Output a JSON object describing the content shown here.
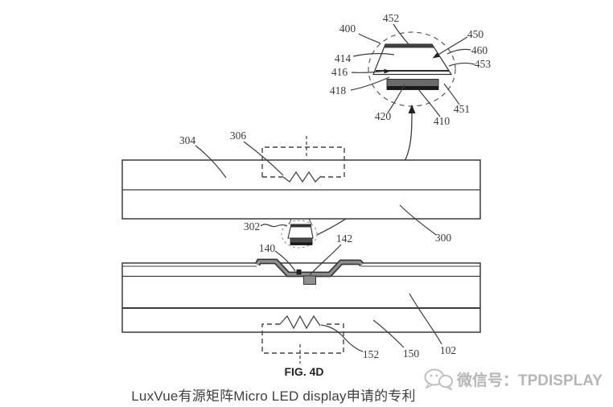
{
  "figure": {
    "fig_label": "FIG. 4D",
    "caption": "LuxVue有源矩阵Micro LED display申请的专利"
  },
  "watermark": {
    "icon": "wechat-chat-bubbles-icon",
    "text": "微信号：TPDISPLAY"
  },
  "refs": {
    "400": "400",
    "410": "410",
    "414": "414",
    "416": "416",
    "418": "418",
    "420": "420",
    "450": "450",
    "451": "451",
    "452": "452",
    "453": "453",
    "460": "460",
    "300": "300",
    "302": "302",
    "304": "304",
    "306": "306",
    "140": "140",
    "142": "142",
    "102": "102",
    "150": "150",
    "152": "152"
  },
  "colors": {
    "line": "#3c3c3c",
    "dark_layer": "#3f3f3f",
    "contact_gray": "#6a6a6a",
    "bank_gray": "#8f8f8f",
    "watermark_gray": "#b6b6b6"
  }
}
